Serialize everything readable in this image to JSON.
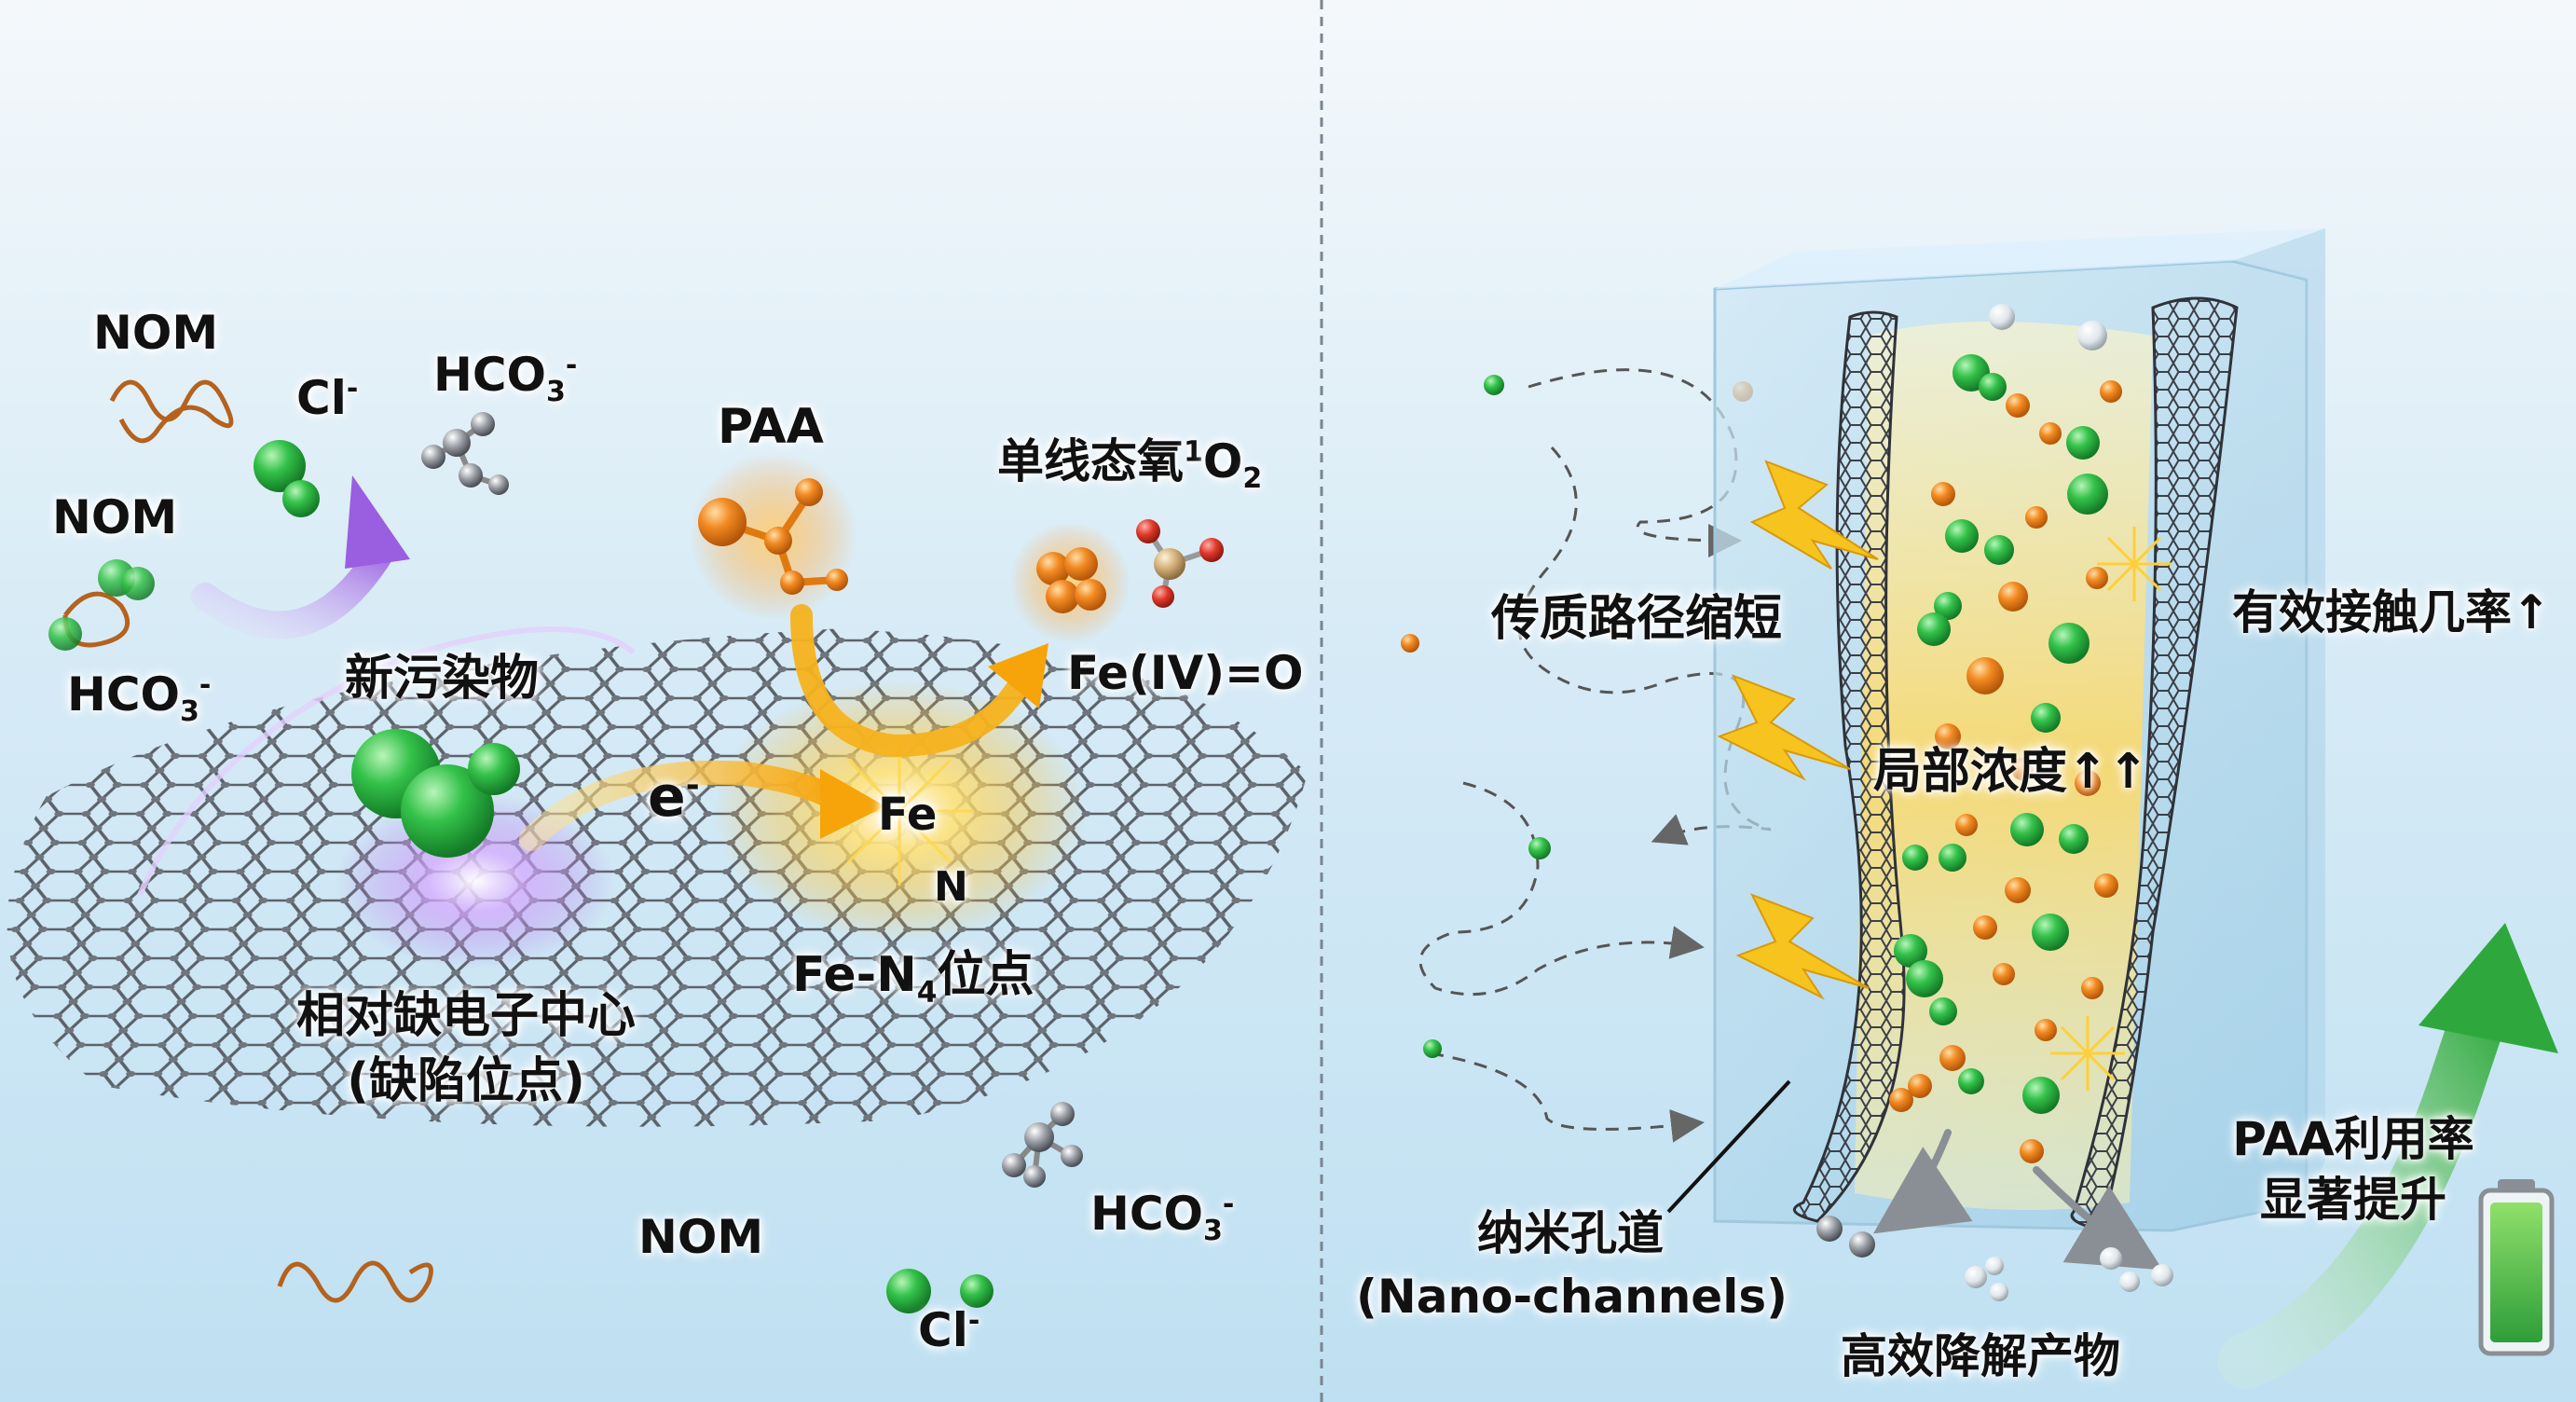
{
  "left_panel": {
    "nom_top": "NOM",
    "cl_top": "Cl",
    "cl_top_sup": "-",
    "hco3_top": "HCO",
    "hco3_top_sub": "3",
    "hco3_top_sup": "-",
    "nom_mid": "NOM",
    "hco3_left": "HCO",
    "hco3_left_sub": "3",
    "hco3_left_sup": "-",
    "new_pollutant": "新污染物",
    "paa": "PAA",
    "singlet_oxygen": "单线态氧",
    "singlet_oxygen_pre_sup": "1",
    "singlet_oxygen_o": "O",
    "singlet_oxygen_sub": "2",
    "fe_iv_o": "Fe(IV)=O",
    "electron": "e",
    "electron_sup": "-",
    "fe": "Fe",
    "n": "N",
    "fe_n4_prefix": "Fe-N",
    "fe_n4_sub": "4",
    "fe_n4_suffix": "位点",
    "defect_line1": "相对缺电子中心",
    "defect_line2": "(缺陷位点)",
    "nom_bottom": "NOM",
    "hco3_bottom": "HCO",
    "hco3_bottom_sub": "3",
    "hco3_bottom_sup": "-",
    "cl_bottom": "Cl",
    "cl_bottom_sup": "-"
  },
  "right_panel": {
    "mass_transfer": "传质路径缩短",
    "contact_prob": "有效接触几率↑",
    "local_conc": "局部浓度↑↑",
    "nano_cn": "纳米孔道",
    "nano_en": "(Nano-channels)",
    "products": "高效降解产物",
    "paa_util_line1": "PAA利用率",
    "paa_util_line2": "显著提升"
  },
  "colors": {
    "pollutant_green": "#2fb84a",
    "paa_orange": "#f08a24",
    "graphene_gray": "#5d6168",
    "electron_gold": "#f6b21e",
    "defect_purple": "#b27ae8",
    "efficiency_arrow_green": "#3cb54a"
  }
}
